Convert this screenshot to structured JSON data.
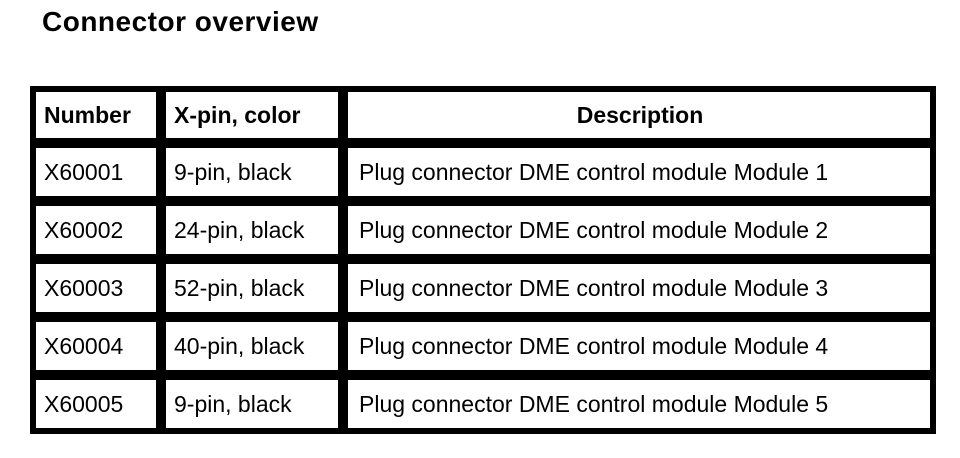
{
  "title": "Connector overview",
  "table": {
    "headers": [
      "Number",
      "X-pin, color",
      "Description"
    ],
    "rows": [
      [
        "X60001",
        "9-pin, black",
        "Plug connector DME control module Module 1"
      ],
      [
        "X60002",
        "24-pin, black",
        "Plug connector DME control module Module 2"
      ],
      [
        "X60003",
        "52-pin, black",
        "Plug connector DME control module Module 3"
      ],
      [
        "X60004",
        "40-pin, black",
        "Plug connector DME control module Module 4"
      ],
      [
        "X60005",
        "9-pin, black",
        "Plug connector DME control module Module 5"
      ]
    ]
  },
  "colors": {
    "text": "#000000",
    "border": "#000000",
    "background": "#ffffff"
  }
}
